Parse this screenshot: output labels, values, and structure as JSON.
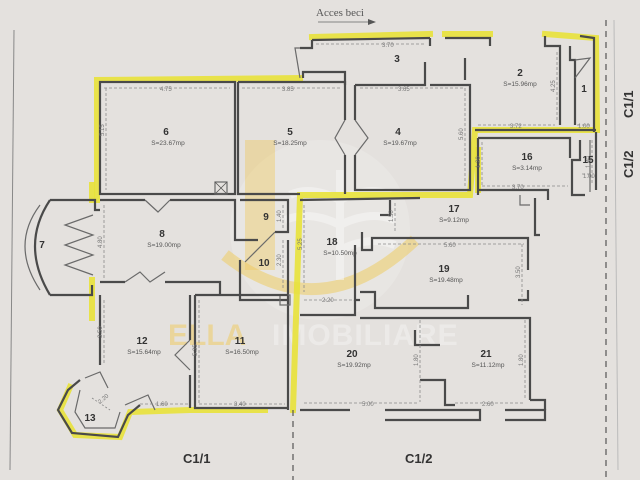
{
  "plan": {
    "access_label": "Acces beci",
    "sections": {
      "left_bottom": "C1/1",
      "right_bottom": "C1/2",
      "right_top": "C1/1",
      "right_middle": "C1/2"
    },
    "watermark": {
      "brand": "ELLA",
      "suffix": "IMOBILIARE",
      "color": "#f2c230"
    },
    "highlight_color": "#e8e23a",
    "rooms": [
      {
        "id": "1",
        "number": "1",
        "area": ""
      },
      {
        "id": "2",
        "number": "2",
        "area": "S=15.96mp"
      },
      {
        "id": "3",
        "number": "3",
        "area": ""
      },
      {
        "id": "4",
        "number": "4",
        "area": "S=19.67mp"
      },
      {
        "id": "5",
        "number": "5",
        "area": "S=18.25mp"
      },
      {
        "id": "6",
        "number": "6",
        "area": "S=23.67mp"
      },
      {
        "id": "7",
        "number": "7",
        "area": ""
      },
      {
        "id": "8",
        "number": "8",
        "area": "S=19.00mp"
      },
      {
        "id": "9",
        "number": "9",
        "area": ""
      },
      {
        "id": "10",
        "number": "10",
        "area": ""
      },
      {
        "id": "11",
        "number": "11",
        "area": "S=16.50mp"
      },
      {
        "id": "12",
        "number": "12",
        "area": "S=15.64mp"
      },
      {
        "id": "13",
        "number": "13",
        "area": ""
      },
      {
        "id": "15",
        "number": "15",
        "area": ""
      },
      {
        "id": "16",
        "number": "16",
        "area": "S=3.14mp"
      },
      {
        "id": "17",
        "number": "17",
        "area": "S=9.12mp"
      },
      {
        "id": "18",
        "number": "18",
        "area": "S=10.50mp"
      },
      {
        "id": "19",
        "number": "19",
        "area": "S=19.48mp"
      },
      {
        "id": "20",
        "number": "20",
        "area": "S=19.92mp"
      },
      {
        "id": "21",
        "number": "21",
        "area": "S=11.12mp"
      }
    ],
    "dimensions": {
      "d_3_top": "3.70",
      "d_6_top": "4.75",
      "d_6_side": "5.15",
      "d_5_top": "3.85",
      "d_4_top": "3.65",
      "d_4_side": "5.60",
      "d_2_side": "4.25",
      "d_2_bottom": "3.72",
      "d_1_bottom": "1.00",
      "d_16_side": "1.20",
      "d_16_bottom": "3.70",
      "d_15_side": "1.80",
      "d_15_bottom": "1.00",
      "d_8_side": "4.80",
      "d_9_side": "1.40",
      "d_10_side": "2.30",
      "d_18_side": "5.25",
      "d_18_bottom": "2.20",
      "d_17_side": "1.50",
      "d_19_top": "5.60",
      "d_19_side": "3.50",
      "d_12_side": "3.50",
      "d_11_side": "5.35",
      "d_13_diag": "2.20",
      "d_12_bottom": "1.60",
      "d_11_bottom": "3.40",
      "d_20_side": "1.80",
      "d_20_bottom": "5.00",
      "d_21_side": "1.80",
      "d_21_bottom": "2.60"
    }
  }
}
